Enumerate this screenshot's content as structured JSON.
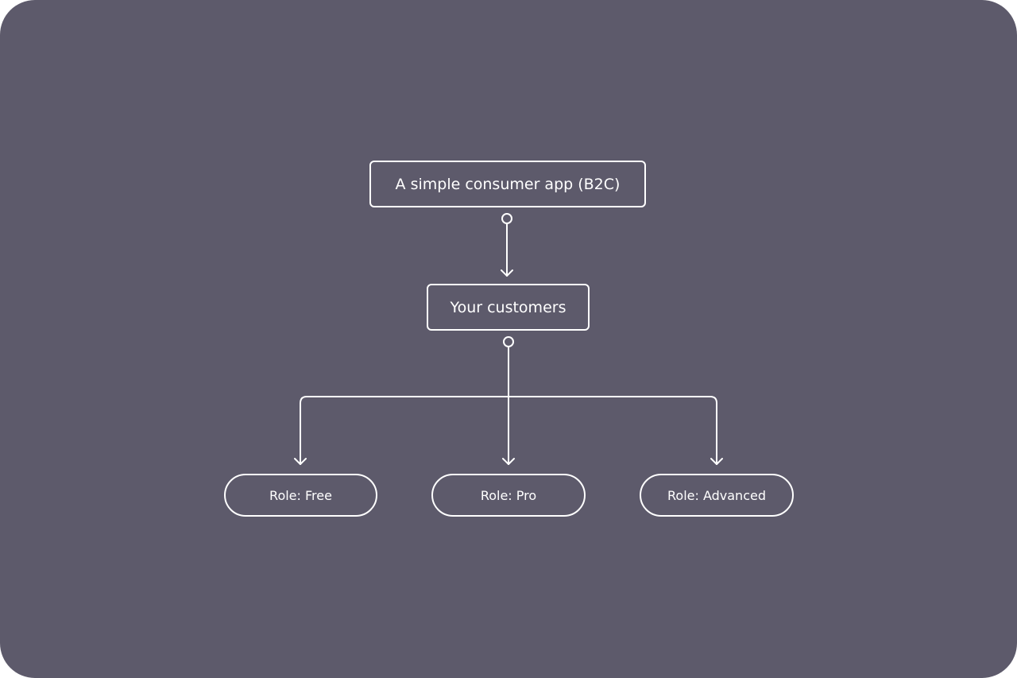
{
  "diagram": {
    "background": "#5d5a6b",
    "line_color": "#ffffff",
    "root": {
      "label": "A simple consumer app (B2C)"
    },
    "group": {
      "label": "Your customers"
    },
    "roles": [
      {
        "label": "Role: Free"
      },
      {
        "label": "Role: Pro"
      },
      {
        "label": "Role: Advanced"
      }
    ],
    "edges": [
      {
        "from": "root",
        "to": "group"
      },
      {
        "from": "group",
        "to": "roles.0"
      },
      {
        "from": "group",
        "to": "roles.1"
      },
      {
        "from": "group",
        "to": "roles.2"
      }
    ]
  }
}
